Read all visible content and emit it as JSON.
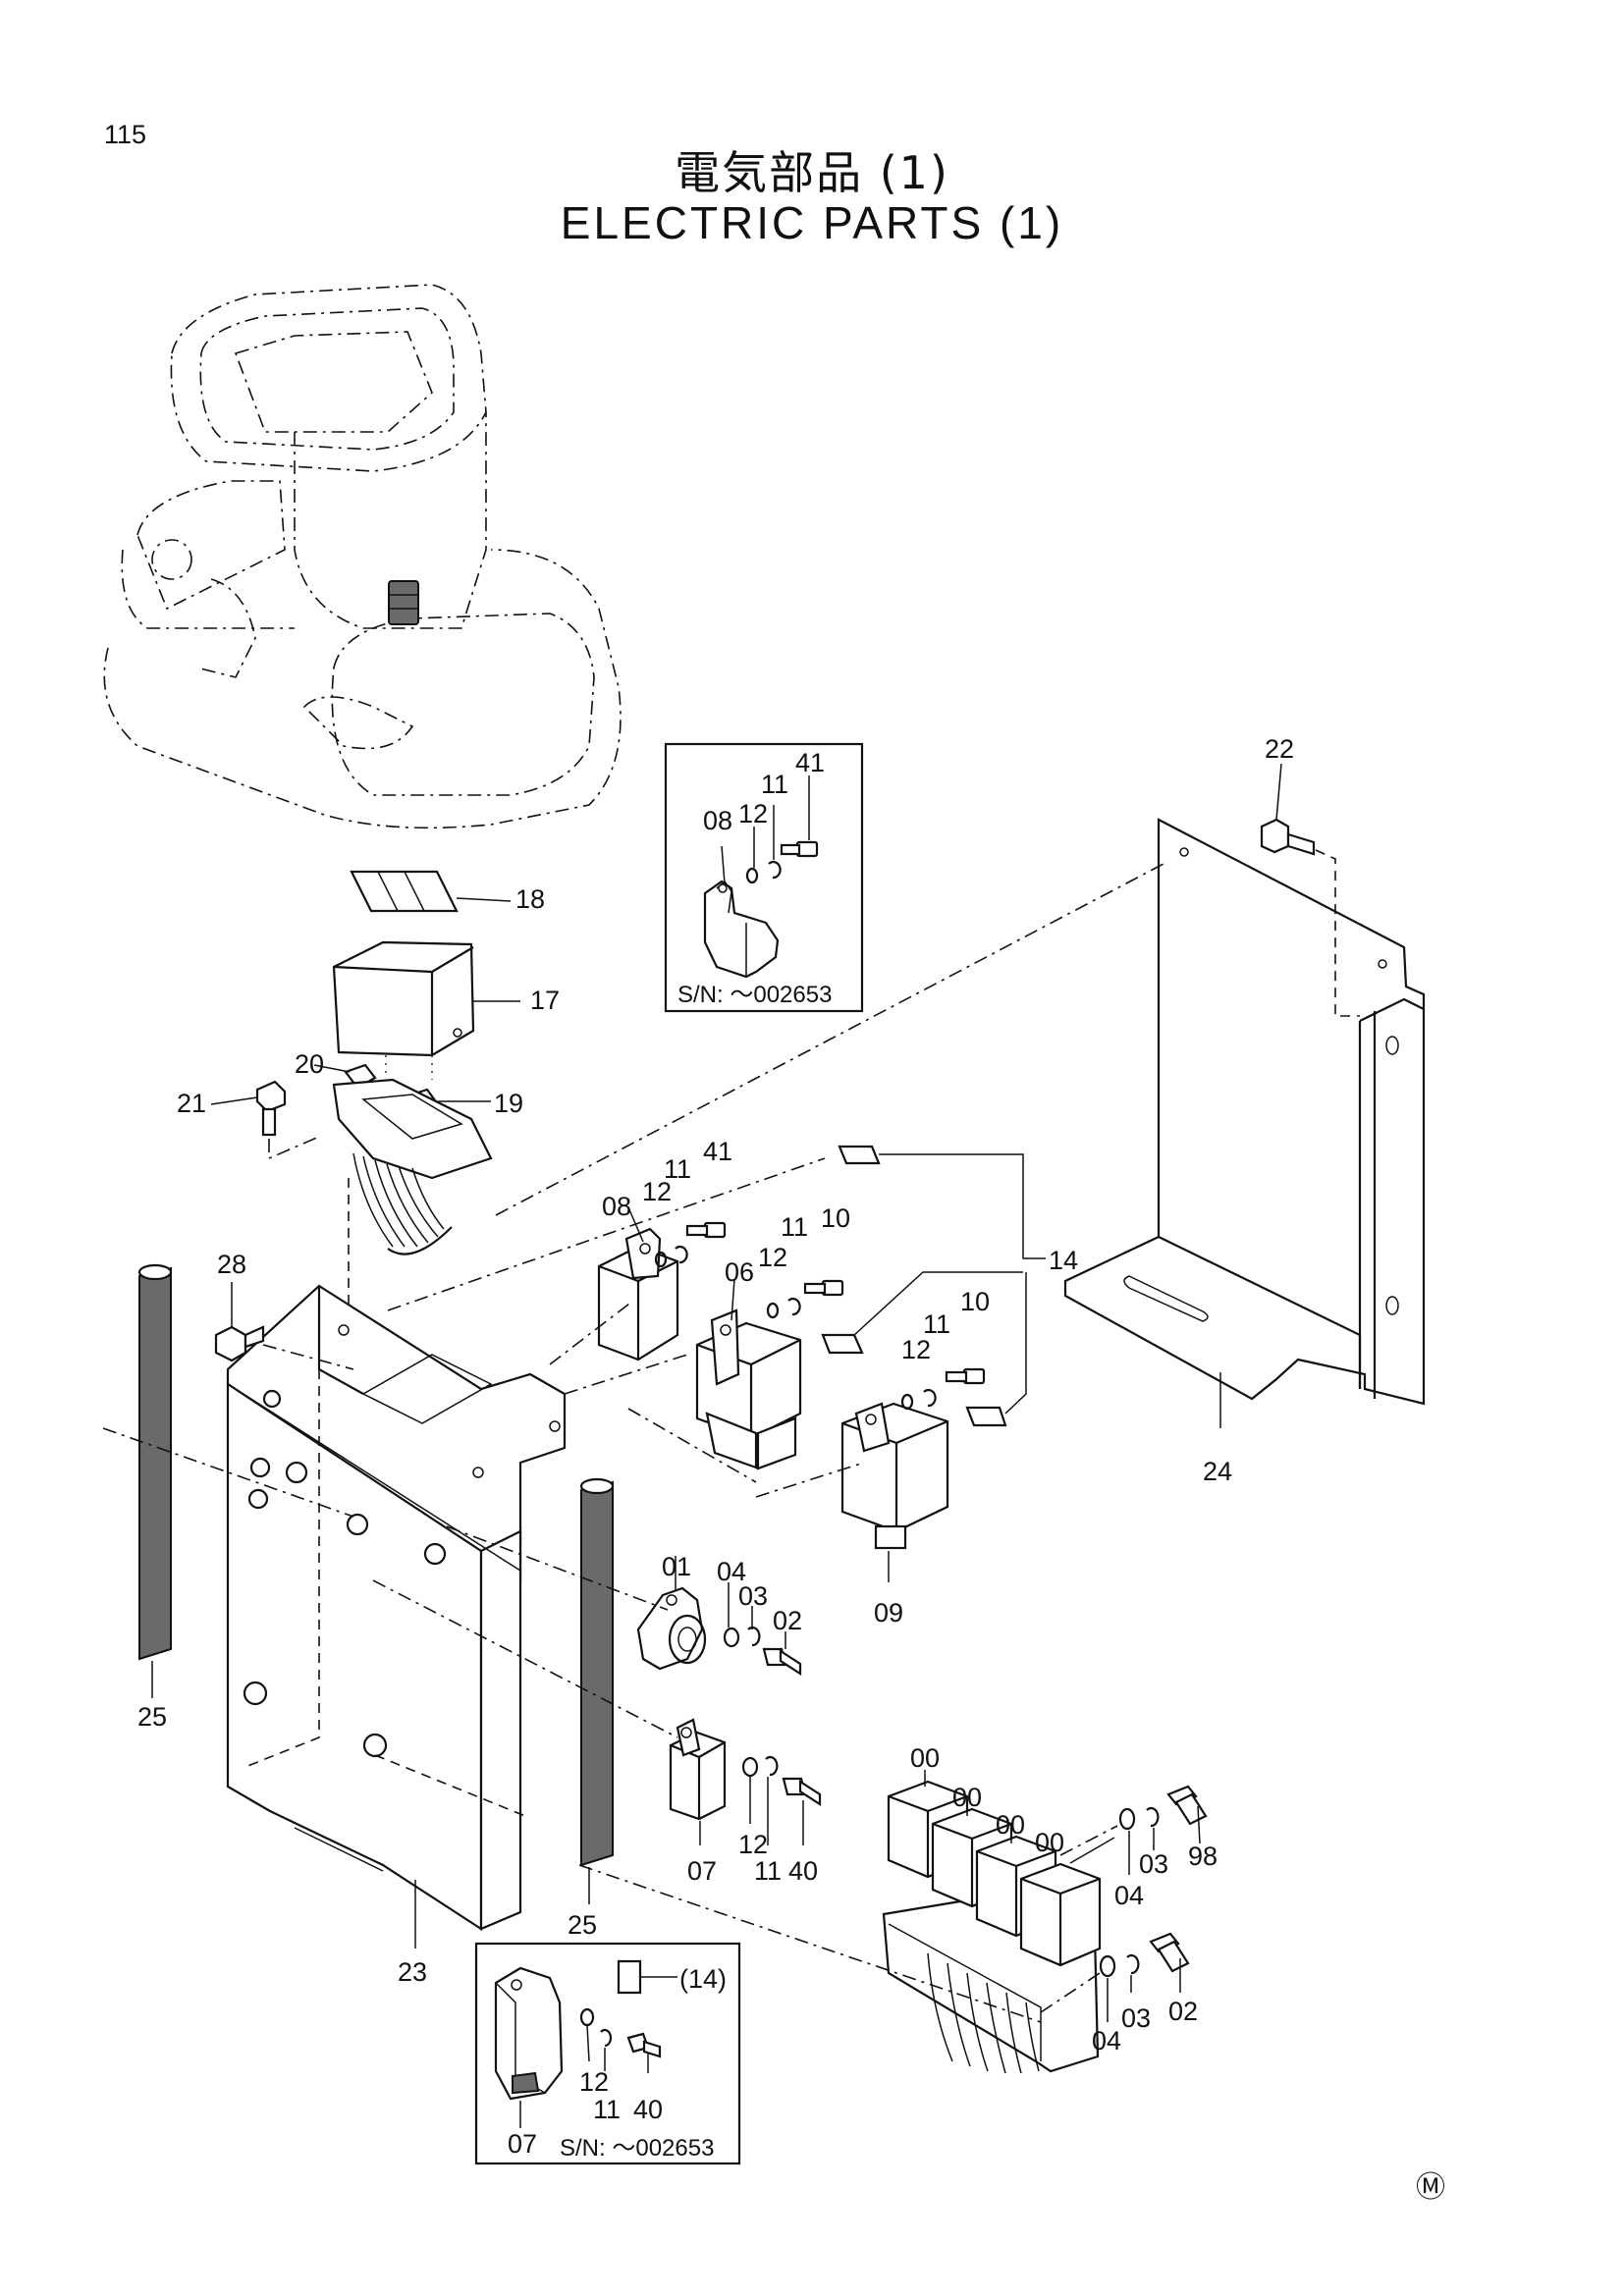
{
  "page_number": "115",
  "title_jp": "電気部品 (1)",
  "title_en": "ELECTRIC  PARTS (1)",
  "serial_note": "S/N:  ～002653",
  "mark": "Ⓜ",
  "callouts": {
    "c00a": "00",
    "c00b": "00",
    "c00c": "00",
    "c00d": "00",
    "c01": "01",
    "c02a": "02",
    "c02b": "02",
    "c03a": "03",
    "c03b": "03",
    "c03c": "03",
    "c04a": "04",
    "c04b": "04",
    "c04c": "04",
    "c06": "06",
    "c07a": "07",
    "c07b": "07",
    "c08a": "08",
    "c08b": "08",
    "c09": "09",
    "c10a": "10",
    "c10b": "10",
    "c11a": "11",
    "c11b": "11",
    "c11c": "11",
    "c11d": "11",
    "c11e": "11",
    "c11f": "11",
    "c12a": "12",
    "c12b": "12",
    "c12c": "12",
    "c12d": "12",
    "c12e": "12",
    "c12f": "12",
    "c14": "14",
    "c14ref": "(14)",
    "c17": "17",
    "c18": "18",
    "c19": "19",
    "c20": "20",
    "c21": "21",
    "c22": "22",
    "c23": "23",
    "c24": "24",
    "c25a": "25",
    "c25b": "25",
    "c28": "28",
    "c40a": "40",
    "c40b": "40",
    "c41a": "41",
    "c41b": "41",
    "c98": "98"
  }
}
